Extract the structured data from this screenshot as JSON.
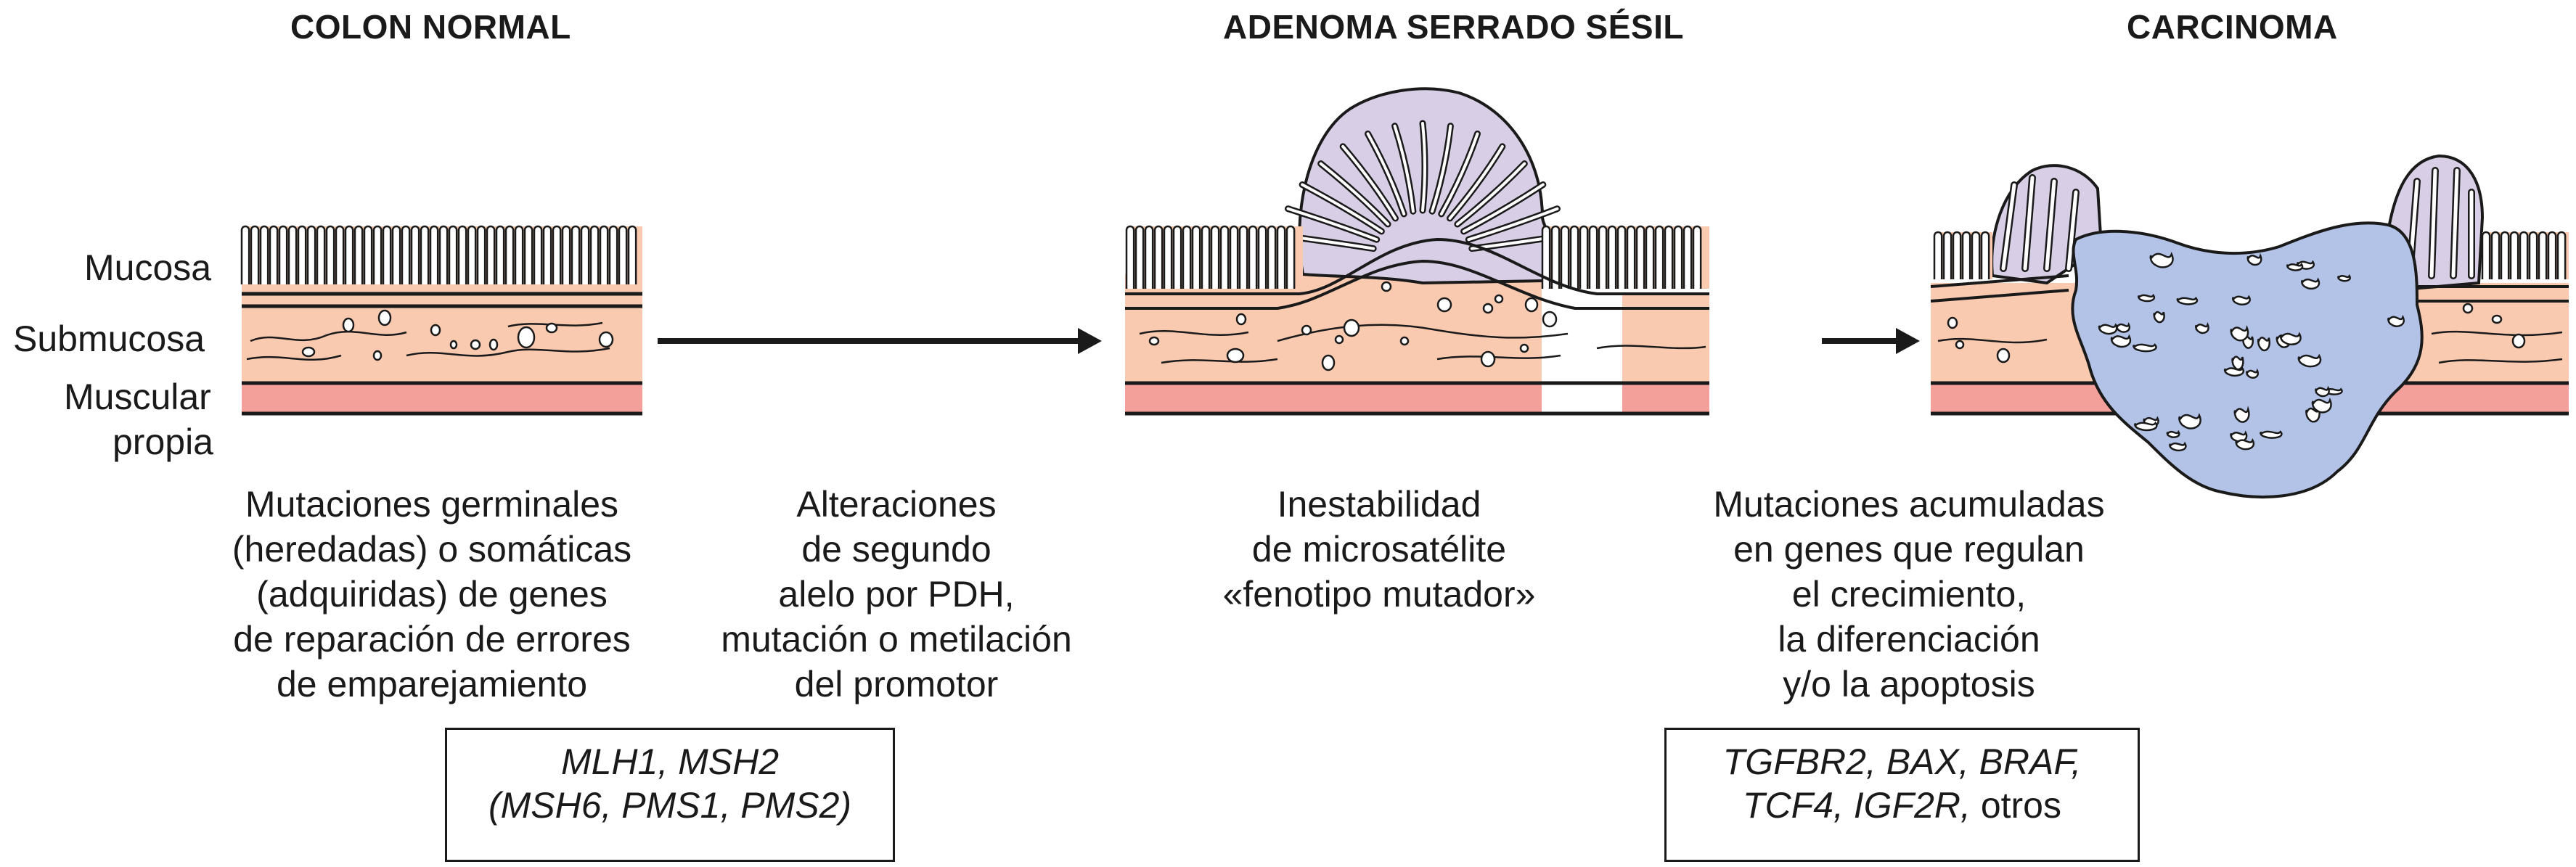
{
  "titles": {
    "normal": "COLON NORMAL",
    "adenoma": "ADENOMA SERRADO SÉSIL",
    "carcinoma": "CARCINOMA"
  },
  "layers": {
    "mucosa": "Mucosa",
    "submucosa": "Submucosa",
    "muscular_line1": "Muscular",
    "muscular_line2": "propia"
  },
  "steps": {
    "germline": [
      "Mutaciones germinales",
      "(heredadas) o somáticas",
      "(adquiridas) de genes",
      "de reparación de errores",
      "de emparejamiento"
    ],
    "second_allele": [
      "Alteraciones",
      "de segundo",
      "alelo por PDH,",
      "mutación o metilación",
      "del promotor"
    ],
    "instability": [
      "Inestabilidad",
      "de microsatélite",
      "«fenotipo mutador»"
    ],
    "accumulated": [
      "Mutaciones acumuladas",
      "en genes que regulan",
      "el crecimiento,",
      "la diferenciación",
      "y/o la apoptosis"
    ]
  },
  "gene_boxes": {
    "mmr_line1": "MLH1, MSH2",
    "mmr_line2": "(MSH6, PMS1, PMS2)",
    "growth_line1": "TGFBR2, BAX, BRAF,",
    "growth_line2_italic": "TCF4, IGF2R,",
    "growth_line2_plain": " otros"
  },
  "colors": {
    "submucosa": "#f9c9b0",
    "muscularis": "#f4a09a",
    "adenoma": "#d8cfe6",
    "carcinoma": "#b3c3e7",
    "outline": "#1a1a1a"
  }
}
